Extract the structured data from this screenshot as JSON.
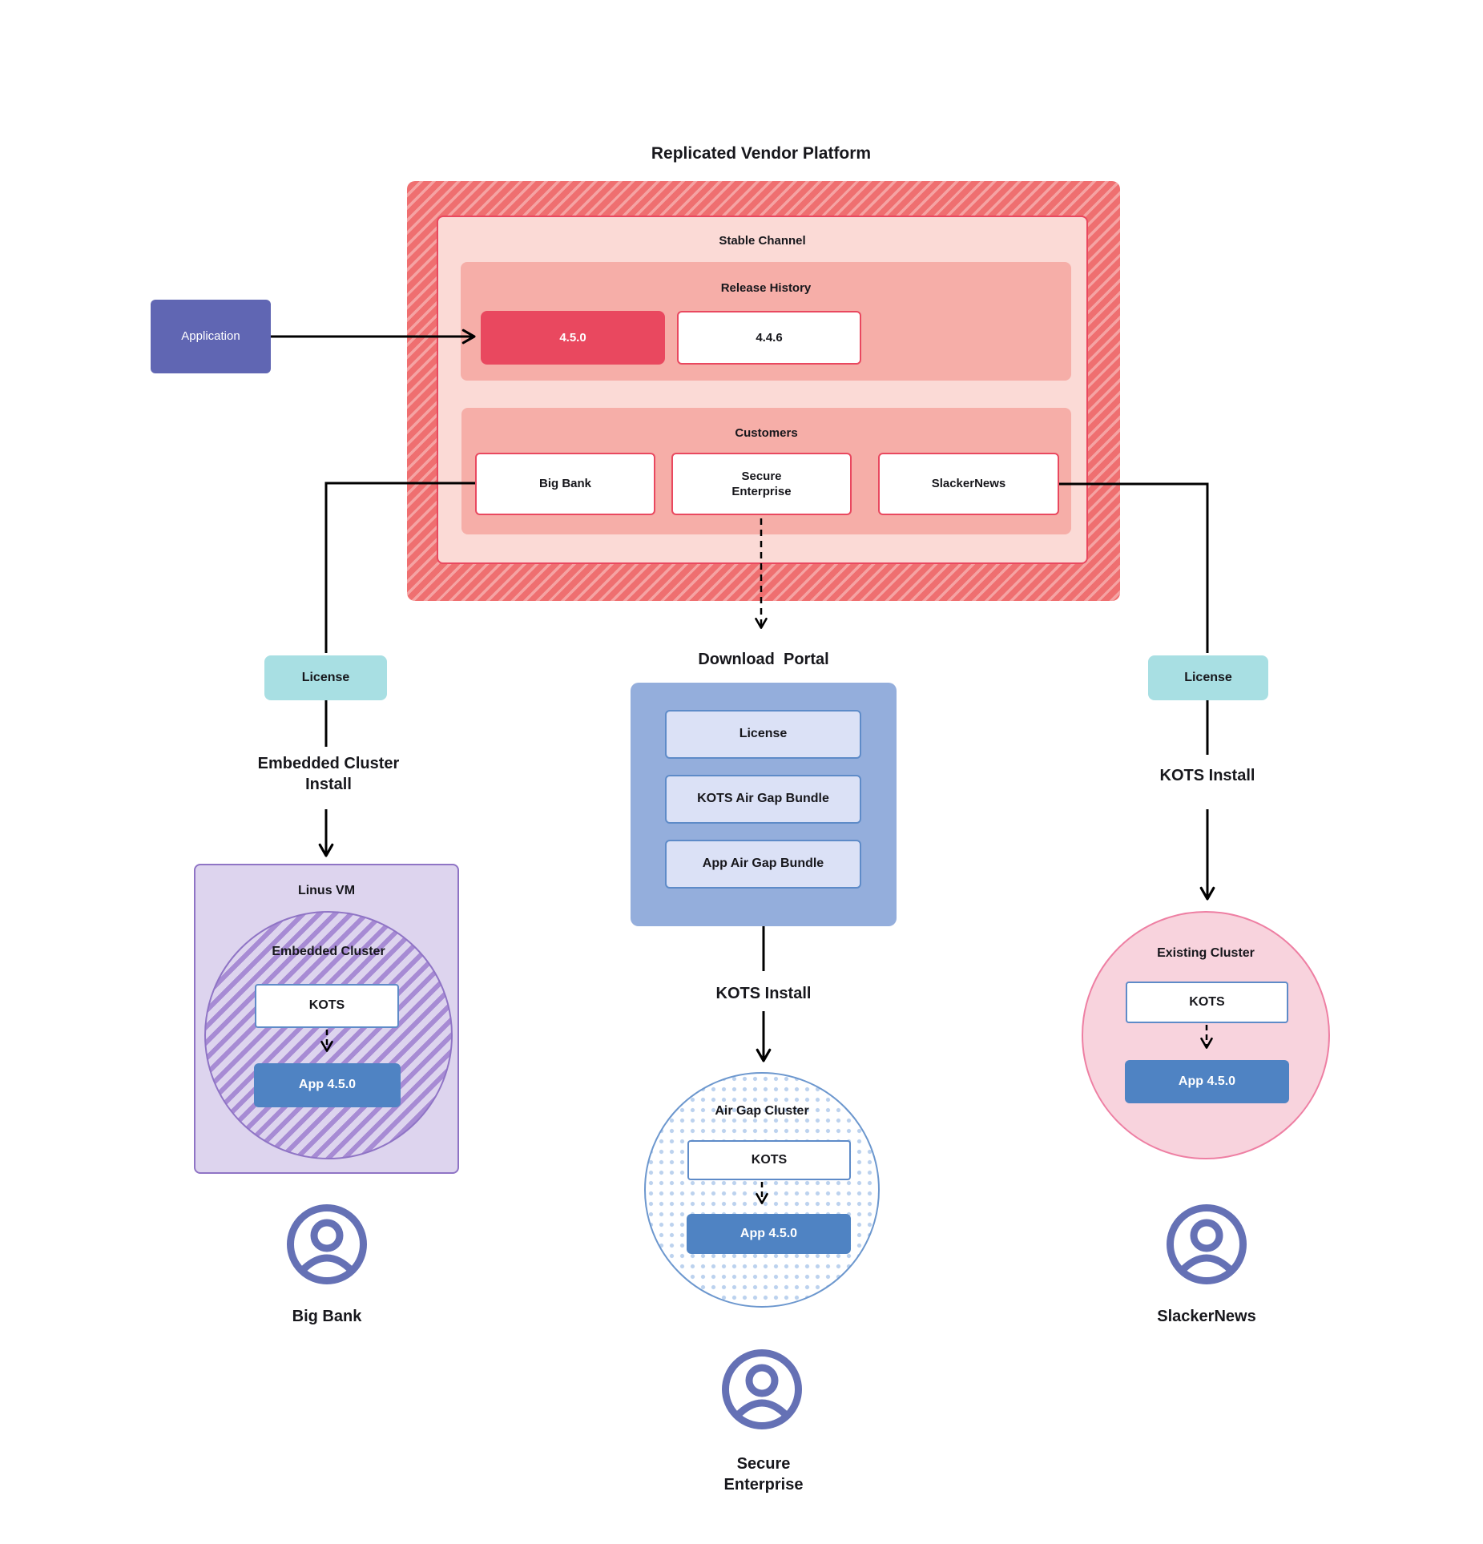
{
  "title": "Replicated Vendor Platform",
  "application": {
    "label": "Application"
  },
  "platform": {
    "stable_channel": {
      "label": "Stable Channel"
    },
    "release_history": {
      "label": "Release History",
      "releases": [
        {
          "version": "4.5.0",
          "current": true
        },
        {
          "version": "4.4.6",
          "current": false
        }
      ]
    },
    "customers": {
      "label": "Customers",
      "items": [
        "Big Bank",
        "Secure Enterprise",
        "SlackerNews"
      ]
    }
  },
  "download_portal": {
    "title": "Download  Portal",
    "items": [
      "License",
      "KOTS Air Gap Bundle",
      "App Air Gap Bundle"
    ]
  },
  "branches": {
    "left": {
      "license": "License",
      "install": "Embedded Cluster Install",
      "vm": "Linus VM",
      "cluster": "Embedded Cluster",
      "kots": "KOTS",
      "app": "App 4.5.0",
      "user": "Big Bank"
    },
    "middle": {
      "install": "KOTS Install",
      "cluster": "Air Gap Cluster",
      "kots": "KOTS",
      "app": "App 4.5.0",
      "user": "Secure Enterprise"
    },
    "right": {
      "license": "License",
      "install": "KOTS Install",
      "cluster": "Existing Cluster",
      "kots": "KOTS",
      "app": "App 4.5.0",
      "user": "SlackerNews"
    }
  },
  "colors": {
    "platform_red": "#EF6F70",
    "platform_stripe": "#F5A3A3",
    "accent_red": "#E9485F",
    "channel_pink": "#FBDAD6",
    "salmon": "#F6AEA8",
    "application_purple": "#6066B3",
    "license_teal": "#A8DFE3",
    "portal_blue": "#94AEDC",
    "portal_item": "#DBE1F6",
    "portal_border": "#5E8BC8",
    "app_blue": "#4F83C3",
    "vm_fill": "#DDD4EE",
    "vm_purple": "#8F74C5",
    "vm_stripe": "#A78BD4",
    "existing_fill": "#F8D3DD",
    "existing_border": "#EE7FA3",
    "airgap_border": "#6C97CE",
    "airgap_dot": "#BCD2EE",
    "person_purple": "#6571B5",
    "line_black": "#000000"
  }
}
